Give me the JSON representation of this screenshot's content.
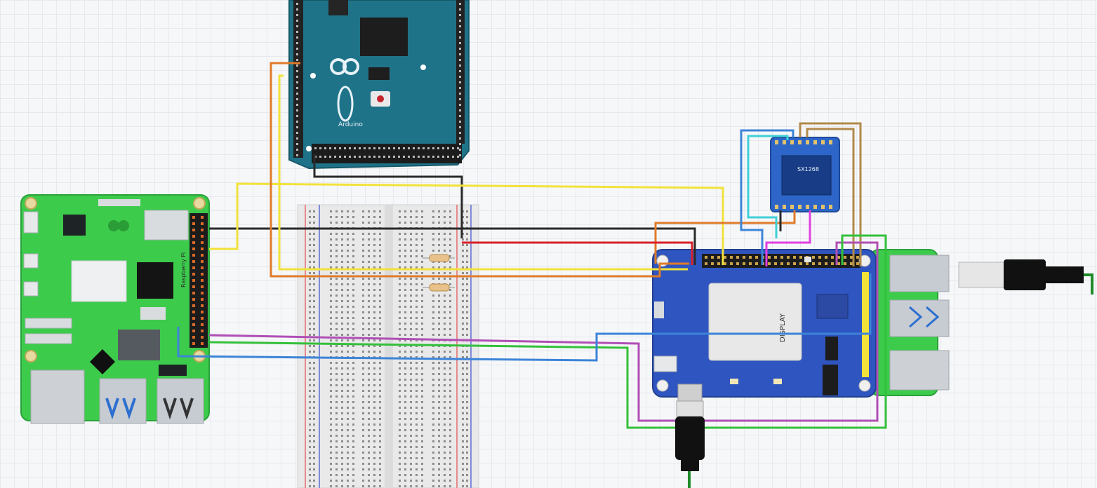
{
  "diagram": {
    "components": {
      "arduino_mega": {
        "logo": "Arduino"
      },
      "raspberry_pi": {
        "header_label": "Raspberry Pi"
      },
      "lora_module": {
        "chip_label": "SX1268"
      },
      "display_board": {
        "label": "DISPLAY"
      }
    },
    "wire_colors": {
      "yellow": "#f2e23a",
      "orange": "#e07b2a",
      "black": "#2a2a2a",
      "red": "#d8202a",
      "magenta": "#b04fb6",
      "green": "#33c03a",
      "blue": "#3c84d8",
      "cyan": "#3fd0d8",
      "brown": "#b08a4a",
      "pink": "#e040e0"
    }
  }
}
